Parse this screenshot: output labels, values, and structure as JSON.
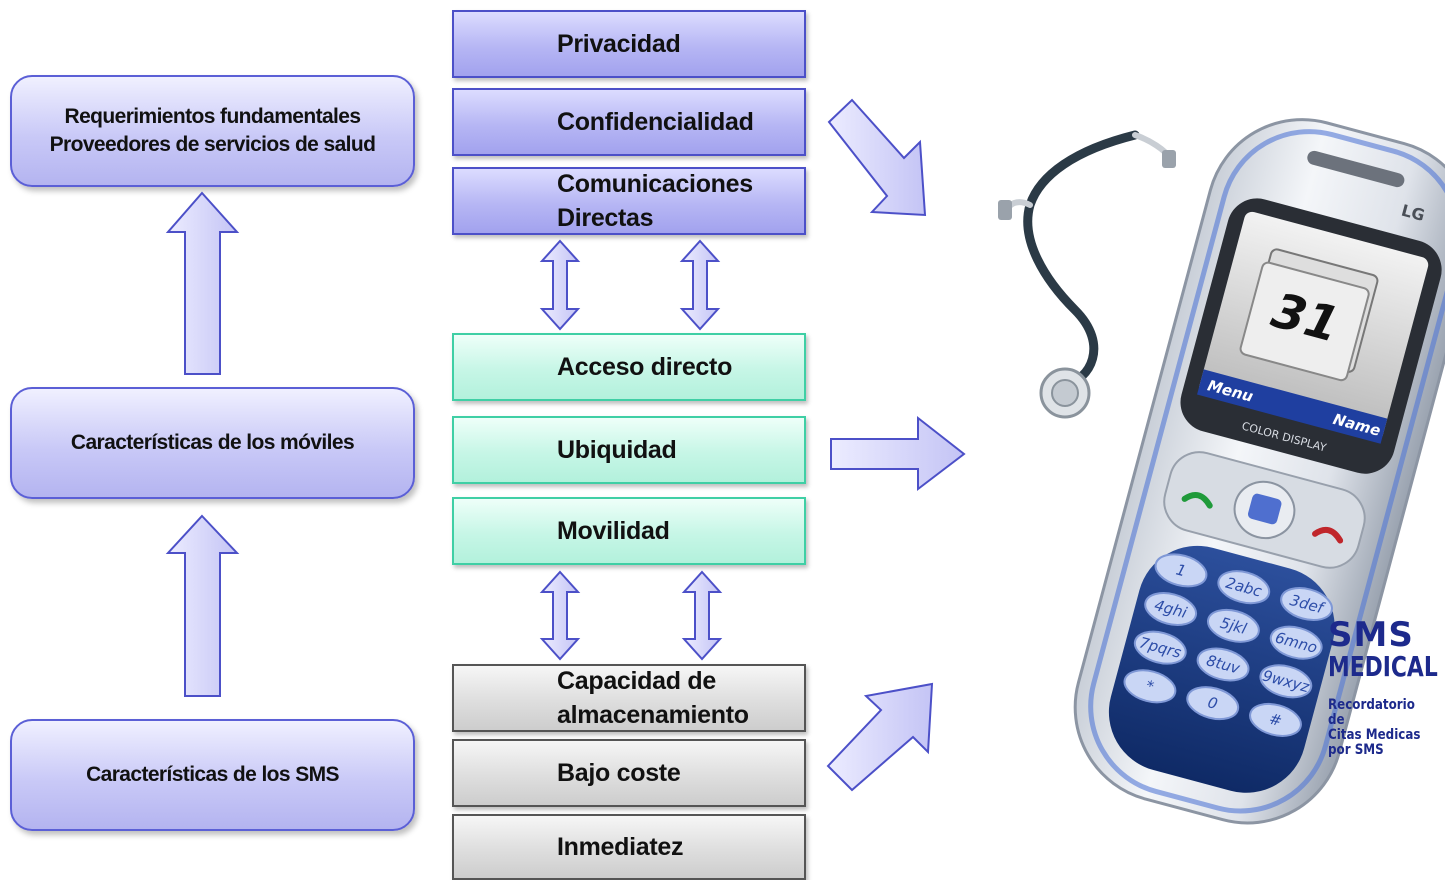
{
  "left": {
    "requerimientos": "Requerimientos fundamentales\nProveedores de servicios de salud",
    "moviles": "Características de los móviles",
    "sms": "Características de los SMS"
  },
  "middle": {
    "blue": [
      "Privacidad",
      "Confidencialidad",
      "Comunicaciones\nDirectas"
    ],
    "green": [
      "Acceso directo",
      "Ubiquidad",
      "Movilidad"
    ],
    "gray": [
      "Capacidad de\nalmacenamiento",
      "Bajo coste",
      "Inmediatez"
    ]
  },
  "phone": {
    "brand": "LG",
    "date": "31",
    "softkey_left": "Menu",
    "softkey_right": "Name",
    "display_label": "COLOR DISPLAY",
    "keys": [
      "1",
      "2abc",
      "3def",
      "4ghi",
      "5jkl",
      "6mno",
      "7pqrs",
      "8tuv",
      "9wxyz",
      "*",
      "0",
      "#"
    ]
  },
  "logo": {
    "line1": "SMS",
    "line2": "MEDICAL",
    "tagline": "Recordatorio de\nCitas Medicas\npor SMS"
  },
  "colors": {
    "box_border_blue": "#4c50c8",
    "box_fill_blue": "#b6b6f4",
    "box_fill_green": "#c6f6e6",
    "box_fill_gray": "#dedede",
    "arrow_fill": "#d4d4fb",
    "logo_text": "#1d2a8c"
  }
}
